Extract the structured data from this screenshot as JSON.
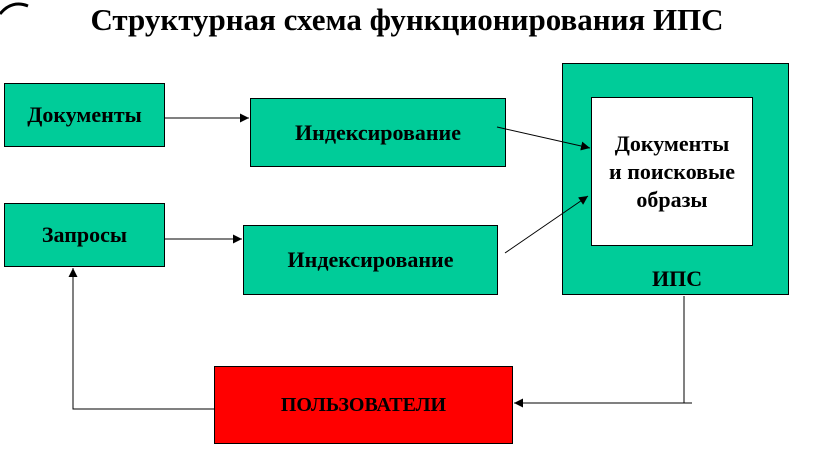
{
  "title": "Структурная схема функционирования ИПС",
  "nodes": {
    "documents": "Документы",
    "indexing_docs": "Индексирование",
    "queries": "Запросы",
    "indexing_queries": "Индексирование",
    "store_line1": "Документы",
    "store_line2": "и поисковые",
    "store_line3": "образы",
    "ips": "ИПС",
    "users": "ПОЛЬЗОВАТЕЛИ"
  },
  "colors": {
    "process_fill": "#00cc99",
    "users_fill": "#ff0000",
    "store_fill": "#ffffff"
  }
}
